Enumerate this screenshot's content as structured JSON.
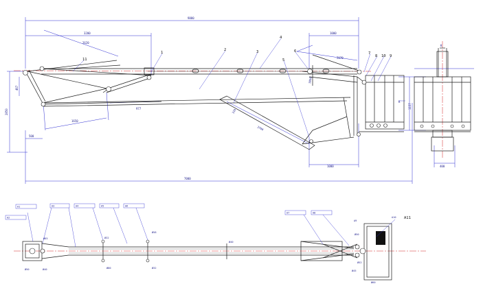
{
  "colors": {
    "line": "#1a1a1a",
    "dimension": "#2a2ad0",
    "center": "#d02020",
    "text": "#1a1a8a"
  },
  "dims": {
    "overall_top": "9880",
    "left_span": "3200",
    "right_span": "1000",
    "upper_arm": "2620",
    "lower_arm": "1650",
    "left_height": "2850",
    "left_small": "467",
    "left_offset": "500",
    "offset_977": "977",
    "tip_length": "2070",
    "platform_drop": "1000",
    "side_height": "1157",
    "diag_long": "3700",
    "small_offset": "310",
    "bottom_right": "3050",
    "overall_bottom": "7000",
    "side_bottom": "400",
    "view_label": "K"
  },
  "callouts": [
    "1",
    "2",
    "3",
    "4",
    "5",
    "6",
    "7",
    "8",
    "9",
    "10",
    "11"
  ],
  "section_labels": [
    "A1",
    "A2",
    "A3",
    "A4",
    "A5",
    "A6",
    "A7",
    "A8",
    "A9",
    "A10",
    "A11"
  ],
  "plan_dims": [
    "Ø65",
    "Ø50",
    "Ø40",
    "Ø32",
    "Ø80",
    "Ø58",
    "Ø32",
    "Ø40",
    "Ø50",
    "Ø45",
    "Ø60",
    "Ø52"
  ]
}
